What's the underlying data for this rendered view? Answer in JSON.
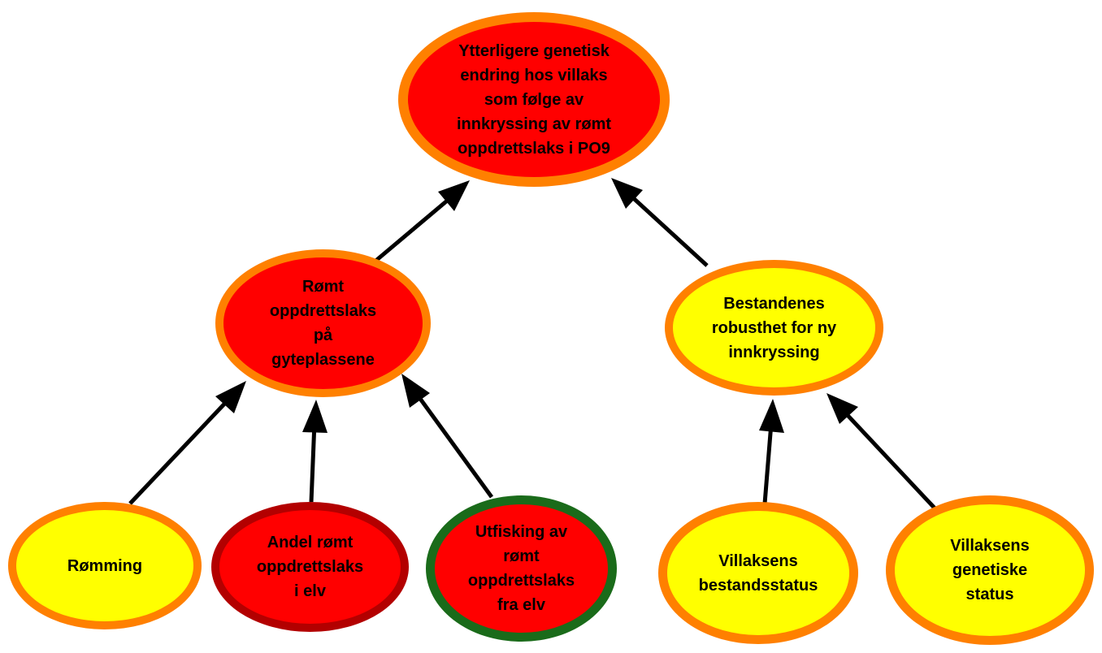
{
  "diagram": {
    "colors": {
      "red_fill": "#ff0000",
      "yellow_fill": "#ffff00",
      "orange_border": "#ff8000",
      "dark_red_border": "#b30000",
      "green_border": "#1a6b1a",
      "arrow": "#000000"
    },
    "nodes": {
      "top": {
        "label": "Ytterligere genetisk\nendring hos villaks\nsom følge av\ninnkryssing av rømt\noppdrettslaks i PO9",
        "fill": "#ff0000",
        "border": "#ff8000"
      },
      "escaped": {
        "label": "Rømt\noppdrettslaks\npå\ngyteplassene",
        "fill": "#ff0000",
        "border": "#ff8000"
      },
      "robust": {
        "label": "Bestandenes\nrobusthet for ny\ninnkryssing",
        "fill": "#ffff00",
        "border": "#ff8000"
      },
      "romming": {
        "label": "Rømming",
        "fill": "#ffff00",
        "border": "#ff8000"
      },
      "andel": {
        "label": "Andel rømt\noppdrettslaks\ni elv",
        "fill": "#ff0000",
        "border": "#b30000"
      },
      "utfisking": {
        "label": "Utfisking av\nrømt\noppdrettslaks\nfra elv",
        "fill": "#ff0000",
        "border": "#1a6b1a"
      },
      "bestand": {
        "label": "Villaksens\nbestandsstatus",
        "fill": "#ffff00",
        "border": "#ff8000"
      },
      "genetic": {
        "label": "Villaksens\ngenetiske\nstatus",
        "fill": "#ffff00",
        "border": "#ff8000"
      }
    },
    "edges": [
      {
        "from": "escaped",
        "to": "top"
      },
      {
        "from": "robust",
        "to": "top"
      },
      {
        "from": "romming",
        "to": "escaped"
      },
      {
        "from": "andel",
        "to": "escaped"
      },
      {
        "from": "utfisking",
        "to": "escaped"
      },
      {
        "from": "bestand",
        "to": "robust"
      },
      {
        "from": "genetic",
        "to": "robust"
      }
    ]
  }
}
